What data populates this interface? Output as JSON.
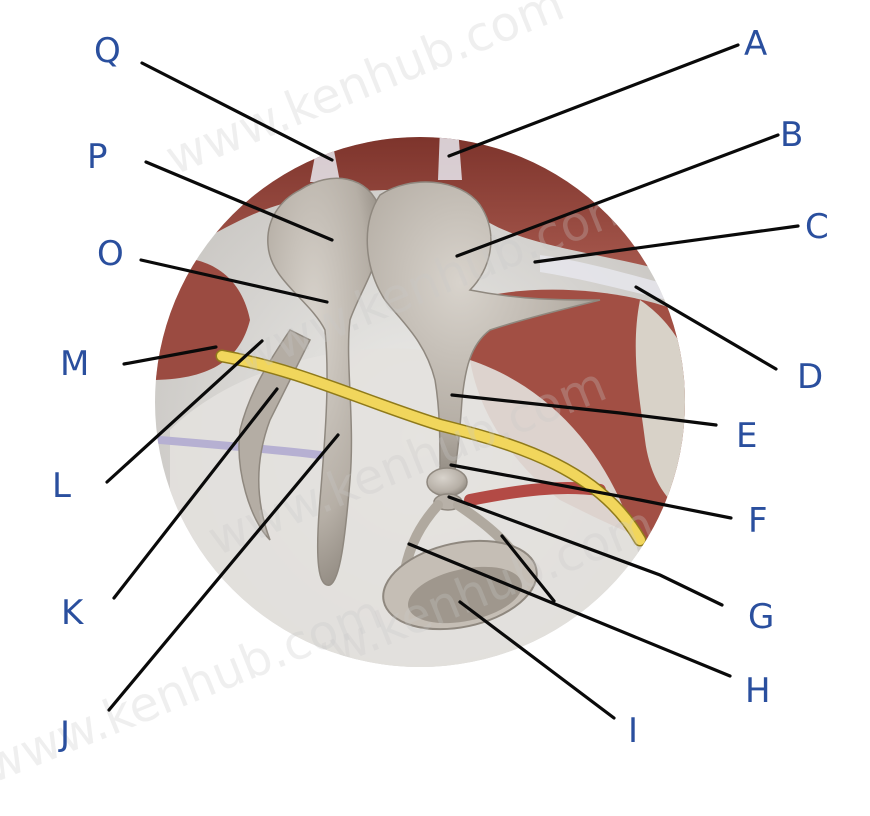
{
  "watermark": "www.kenhub.com",
  "labels": {
    "A": "A",
    "B": "B",
    "C": "C",
    "D": "D",
    "E": "E",
    "F": "F",
    "G": "G",
    "H": "H",
    "I": "I",
    "J": "J",
    "K": "K",
    "L": "L",
    "M": "M",
    "O": "O",
    "P": "P",
    "Q": "Q"
  },
  "colors": {
    "label": "#2a4f9e",
    "leader": "#0a0a0a",
    "muscle": "#8a3f37",
    "bone": "#b9b3ab",
    "ossicle": "#b8b1a8",
    "nerve": "#e3c64a",
    "background_tissue": "#dedcd8"
  }
}
